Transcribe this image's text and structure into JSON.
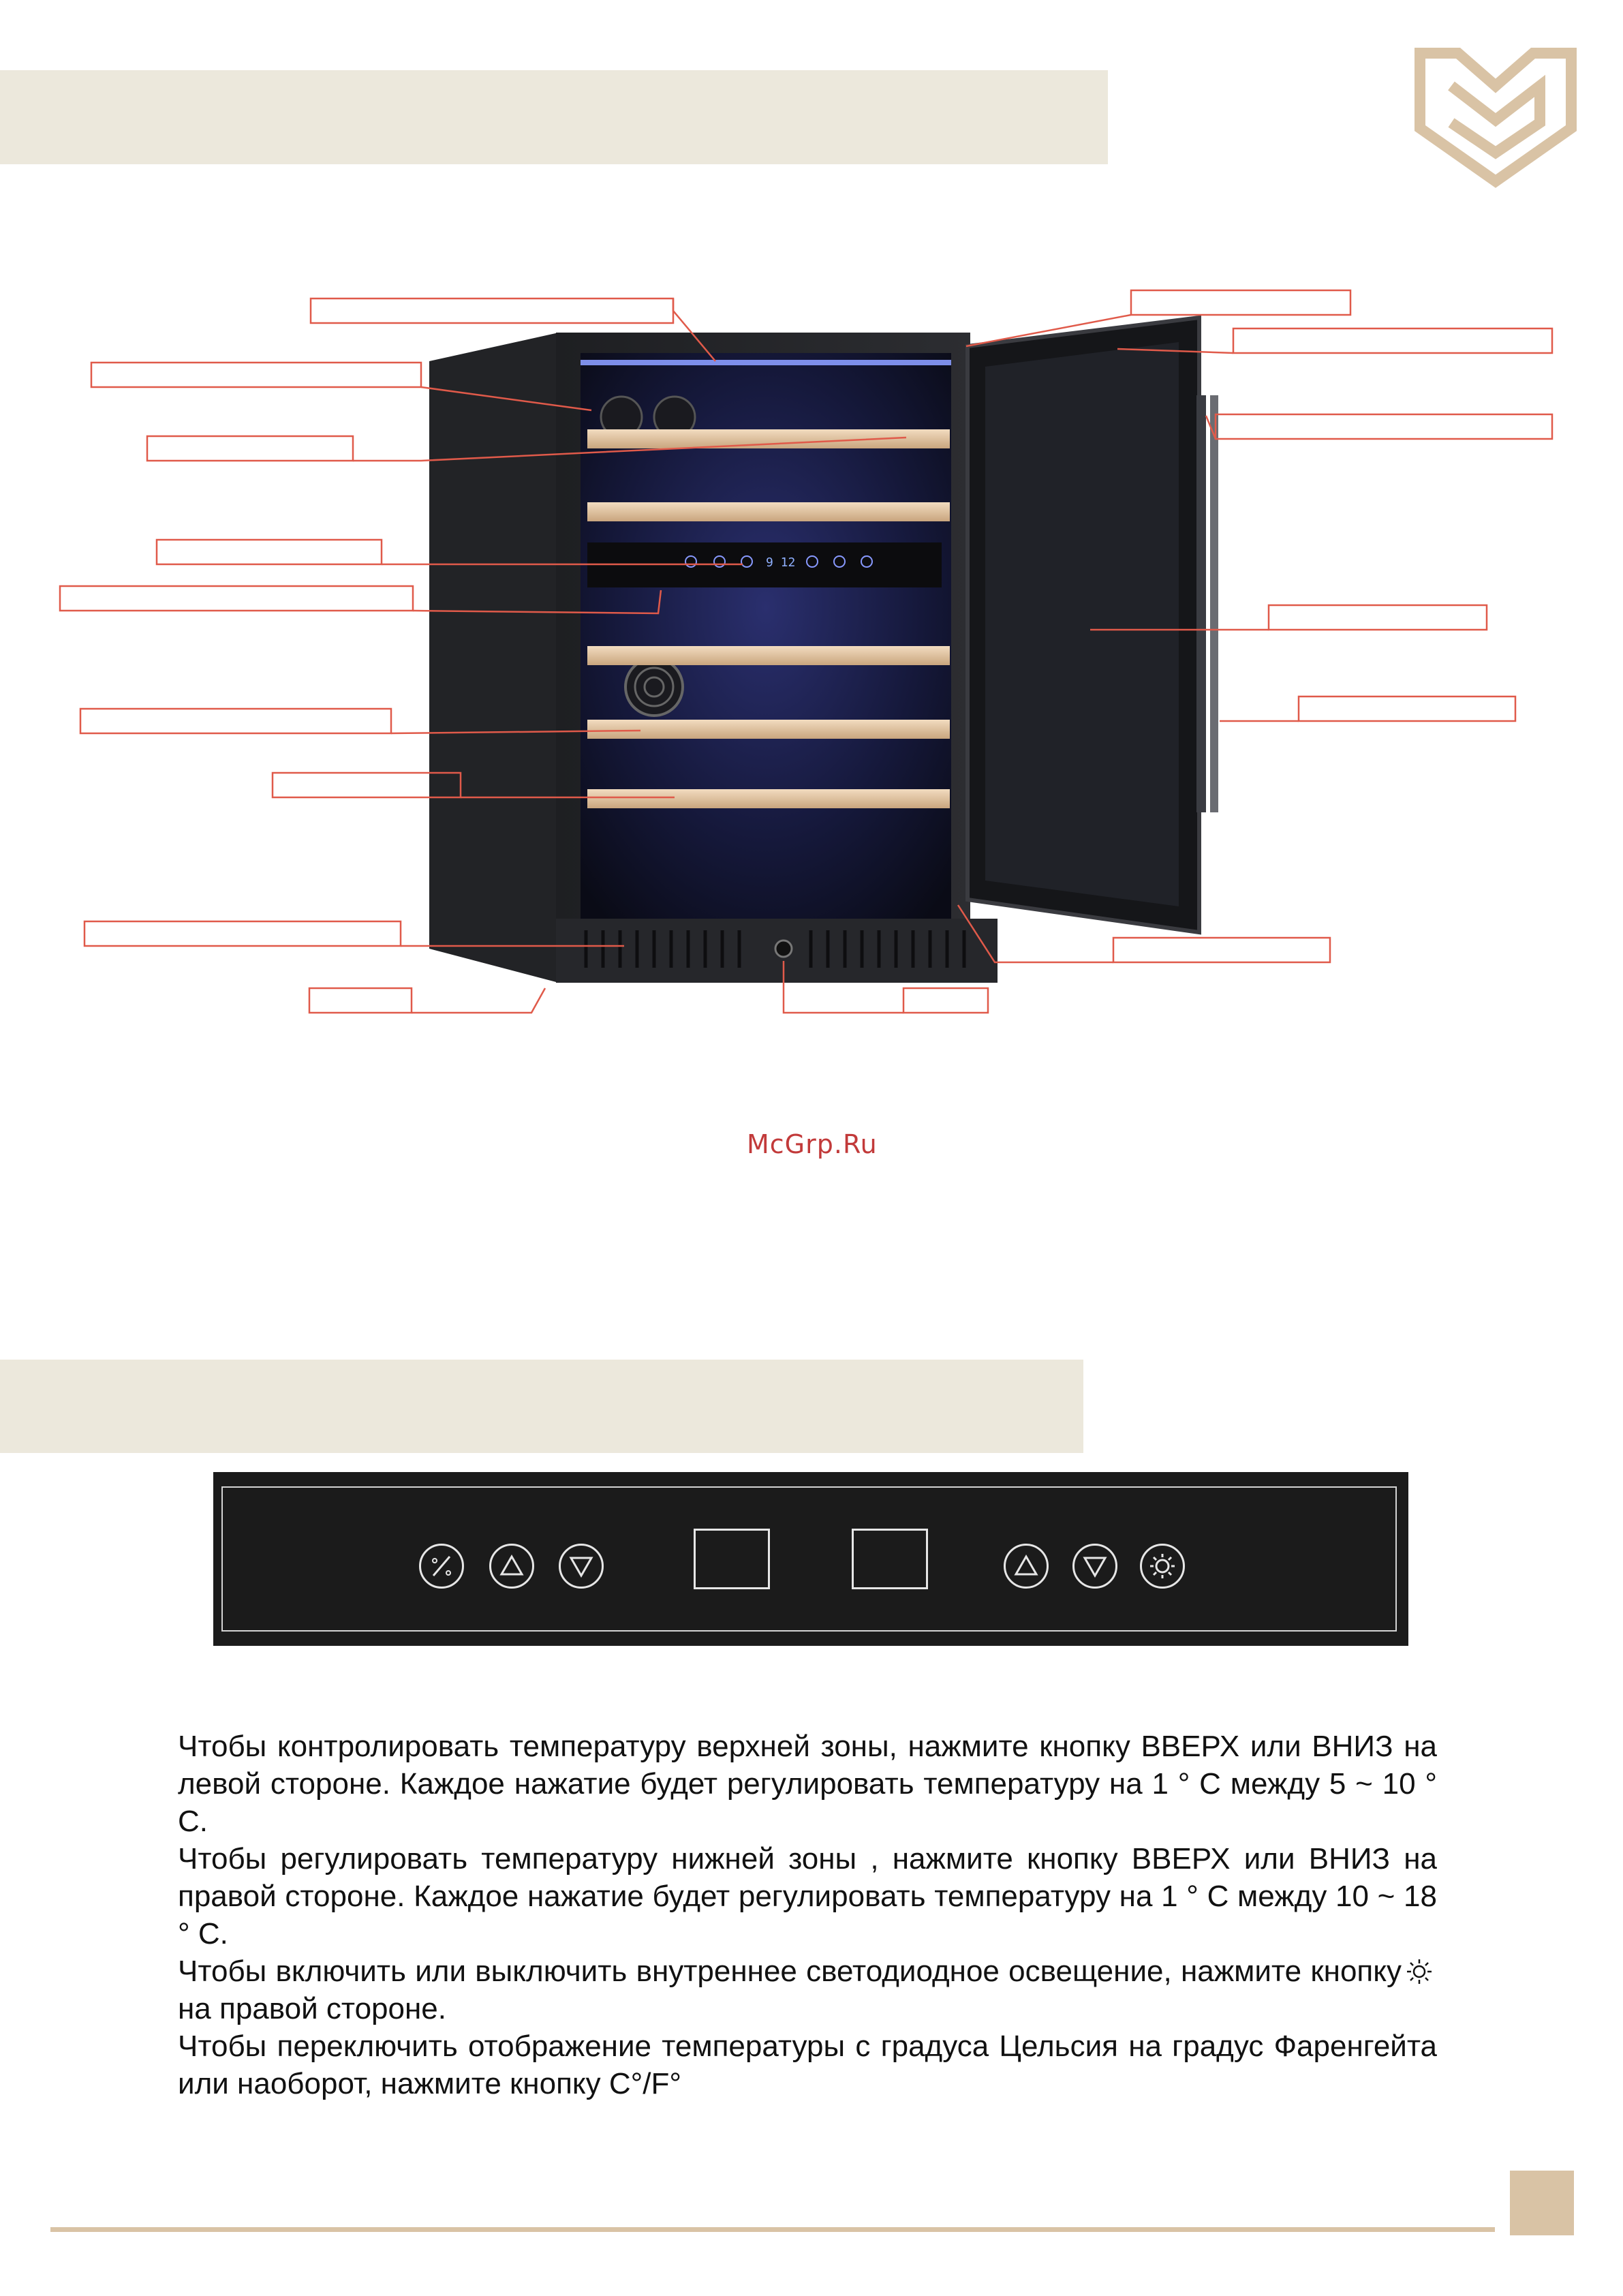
{
  "header": {
    "section_title": ""
  },
  "diagram": {
    "callouts_left": [
      "",
      "",
      "",
      "",
      "",
      "",
      "",
      "",
      "",
      ""
    ],
    "callouts_right": [
      "",
      "",
      "",
      "",
      "",
      "",
      "",
      ""
    ],
    "appliance": "wine-cooler-dual-zone"
  },
  "watermark": "McGrp.Ru",
  "section2": {
    "title": ""
  },
  "control_panel": {
    "buttons": [
      "celsius-fahrenheit-icon",
      "arrow-up-icon",
      "arrow-down-icon",
      "arrow-up-icon",
      "arrow-down-icon",
      "light-sun-icon"
    ],
    "displays": [
      "",
      ""
    ]
  },
  "instructions": {
    "p1": "Чтобы контролировать температуру верхней зоны, нажмите кнопку ВВЕРХ или ВНИЗ на левой стороне. Каждое нажатие будет регулировать температуру на 1 ° С между 5 ~ 10 ° С.",
    "p2": "Чтобы регулировать температуру нижней зоны , нажмите кнопку ВВЕРХ или ВНИЗ на правой стороне. Каждое нажатие будет регулировать температуру на 1 ° С между 10 ~ 18 ° С.",
    "p3_before": "Чтобы включить или выключить внутреннее светодиодное освещение, нажмите кнопку",
    "p3_after": "на правой стороне.",
    "p4": "Чтобы переключить отображение температуры с градуса Цельсия на градус Фаренгейта или наоборот, нажмите кнопку С°/F°"
  },
  "footer": {
    "page_number": ""
  },
  "colors": {
    "band": "#ece8dc",
    "accent": "#d9c3a5",
    "callout": "#e05a4a"
  }
}
